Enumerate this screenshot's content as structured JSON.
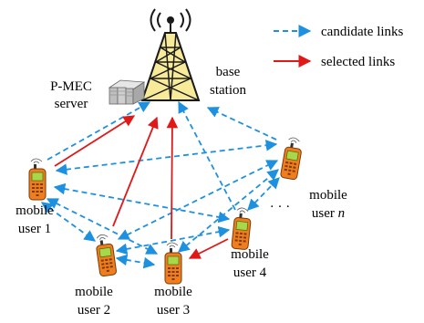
{
  "legend": {
    "candidate": "candidate links",
    "selected": "selected links"
  },
  "labels": {
    "server_line1": "P-MEC",
    "server_line2": "server",
    "bs_line1": "base",
    "bs_line2": "station",
    "user1_line1": "mobile",
    "user1_line2": "user 1",
    "user2_line1": "mobile",
    "user2_line2": "user 2",
    "user3_line1": "mobile",
    "user3_line2": "user 3",
    "user4_line1": "mobile",
    "user4_line2": "user 4",
    "usern_line1": "mobile",
    "usern_line2_prefix": "user ",
    "usern_line2_italic": "n",
    "ellipsis": "· · ·"
  },
  "colors": {
    "candidate": "#1e90e0",
    "selected": "#e01818",
    "phone_body": "#f07d1e",
    "phone_screen": "#a8d84a",
    "tower": "#1a1a1a",
    "tower_fill": "#f7eb9a",
    "server": "#bfbfbf"
  },
  "icons": {
    "tower": "cell-tower-icon",
    "server": "server-rack-icon",
    "phone": "mobile-phone-icon"
  }
}
